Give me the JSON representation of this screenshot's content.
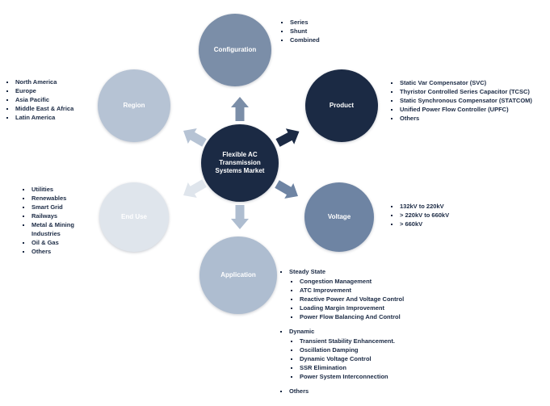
{
  "diagram": {
    "center": {
      "label": "Flexible AC\nTransmission\nSystems Market"
    },
    "nodes": {
      "configuration": {
        "label": "Configuration",
        "items": [
          "Series",
          "Shunt",
          "Combined"
        ]
      },
      "product": {
        "label": "Product",
        "items": [
          "Static Var Compensator (SVC)",
          "Thyristor Controlled Series Capacitor (TCSC)",
          "Static Synchronous Compensator (STATCOM)",
          "Unified Power Flow Controller (UPFC)",
          "Others"
        ]
      },
      "voltage": {
        "label": "Voltage",
        "items": [
          "132kV to 220kV",
          "> 220kV to 660kV",
          "> 660kV"
        ]
      },
      "application": {
        "label": "Application",
        "items": [
          {
            "text": "Steady State",
            "children": [
              "Congestion Management",
              "ATC Improvement",
              "Reactive Power And Voltage Control",
              "Loading Margin Improvement",
              "Power Flow Balancing And Control"
            ]
          },
          {
            "text": "Dynamic",
            "children": [
              "Transient Stability Enhancement.",
              "Oscillation Damping",
              "Dynamic Voltage Control",
              "SSR Elimination",
              "Power System Interconnection"
            ]
          },
          {
            "text": "Others"
          }
        ]
      },
      "end_use": {
        "label": "End Use",
        "items": [
          "Utilities",
          "Renewables",
          "Smart Grid",
          "Railways",
          "Metal & Mining Industries",
          "Oil & Gas",
          "Others"
        ]
      },
      "region": {
        "label": "Region",
        "items": [
          "North America",
          "Europe",
          "Asia Pacific",
          "Middle East & Africa",
          "Latin America"
        ]
      }
    },
    "colors": {
      "center": "#1b2a44",
      "configuration": "#7b8ea8",
      "product": "#1b2a44",
      "voltage": "#6e84a3",
      "application": "#aebdd0",
      "end_use": "#dfe5ec",
      "region": "#b6c3d4",
      "text": "#1b2a44"
    }
  }
}
